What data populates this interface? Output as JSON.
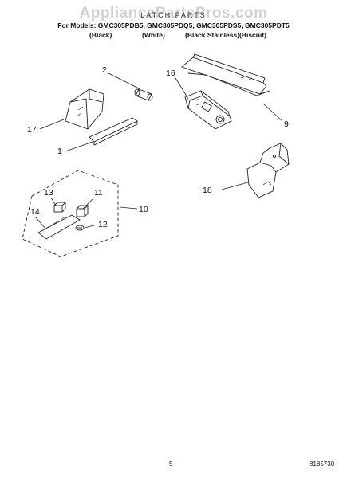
{
  "watermark": "AppliancePartsPros.com",
  "title": "LATCH PARTS",
  "models_line": "For Models: GMC305PDB5, GMC305PDQ5, GMC305PDS5, GMC305PDT5",
  "variants": [
    "(Black)",
    "(White)",
    "(Black Stainless)",
    "(Biscuit)"
  ],
  "callouts": [
    "2",
    "16",
    "17",
    "1",
    "9",
    "13",
    "11",
    "14",
    "12",
    "10",
    "18"
  ],
  "footer": {
    "page": "5",
    "doc_number": "8185730"
  }
}
